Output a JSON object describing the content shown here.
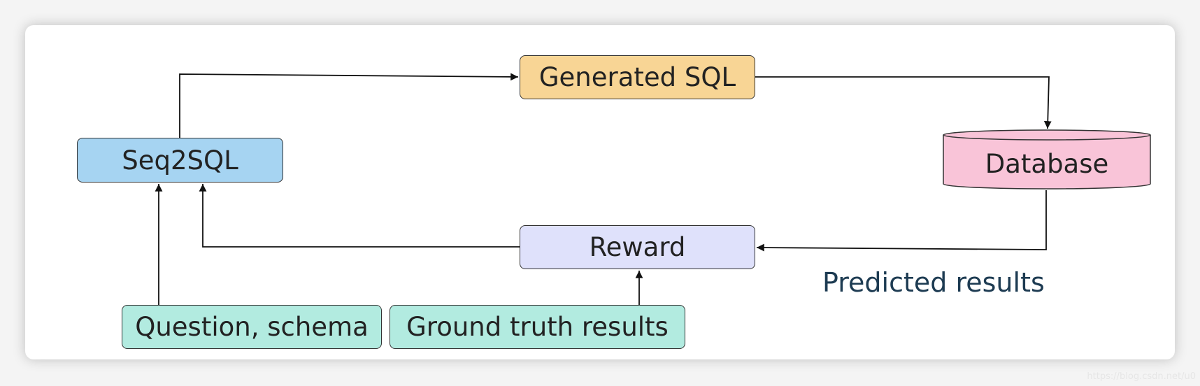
{
  "nodes": {
    "seq2sql": "Seq2SQL",
    "generated_sql": "Generated SQL",
    "database": "Database",
    "reward": "Reward",
    "question_schema": "Question, schema",
    "ground_truth": "Ground truth results"
  },
  "edge_labels": {
    "predicted_results": "Predicted results"
  },
  "watermark": "https://blog.csdn.net/u0",
  "colors": {
    "seq2sql_fill": "#a6d4f2",
    "generated_sql_fill": "#f8d595",
    "database_fill": "#f9c4d8",
    "reward_fill": "#dfe1fb",
    "input_fill": "#b2ebe0",
    "edge": "#111111",
    "edge_label": "#1d3b52"
  }
}
